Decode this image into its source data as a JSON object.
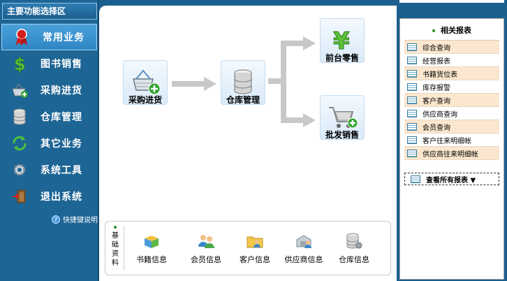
{
  "sidebar": {
    "title": "主要功能选择区",
    "items": [
      {
        "label": "常用业务",
        "icon": "award-ribbon-icon",
        "active": true
      },
      {
        "label": "图书销售",
        "icon": "dollar-icon"
      },
      {
        "label": "采购进货",
        "icon": "purchase-basket-icon"
      },
      {
        "label": "仓库管理",
        "icon": "database-icon"
      },
      {
        "label": "其它业务",
        "icon": "refresh-arrows-icon"
      },
      {
        "label": "系统工具",
        "icon": "gear-icon"
      },
      {
        "label": "退出系统",
        "icon": "exit-door-icon"
      }
    ],
    "help": "快捷键说明"
  },
  "flow": {
    "purchase": "采购进货",
    "warehouse": "仓库管理",
    "retail": "前台零售",
    "wholesale": "批发销售"
  },
  "basic": {
    "title": "基础资料",
    "items": [
      "书籍信息",
      "会员信息",
      "客户信息",
      "供应商信息",
      "仓库信息"
    ]
  },
  "reports": {
    "title": "相关报表",
    "items": [
      "综合查询",
      "经营报表",
      "书籍货位表",
      "库存报警",
      "客户查询",
      "供应商查询",
      "会员查询",
      "客户往来明细帐",
      "供应商往来明细帐"
    ],
    "all": "查看所有报表 ▼"
  },
  "colors": {
    "sidebar": "#1d6595",
    "active": "#3b93cf",
    "report_row": "#fbe7cf"
  }
}
